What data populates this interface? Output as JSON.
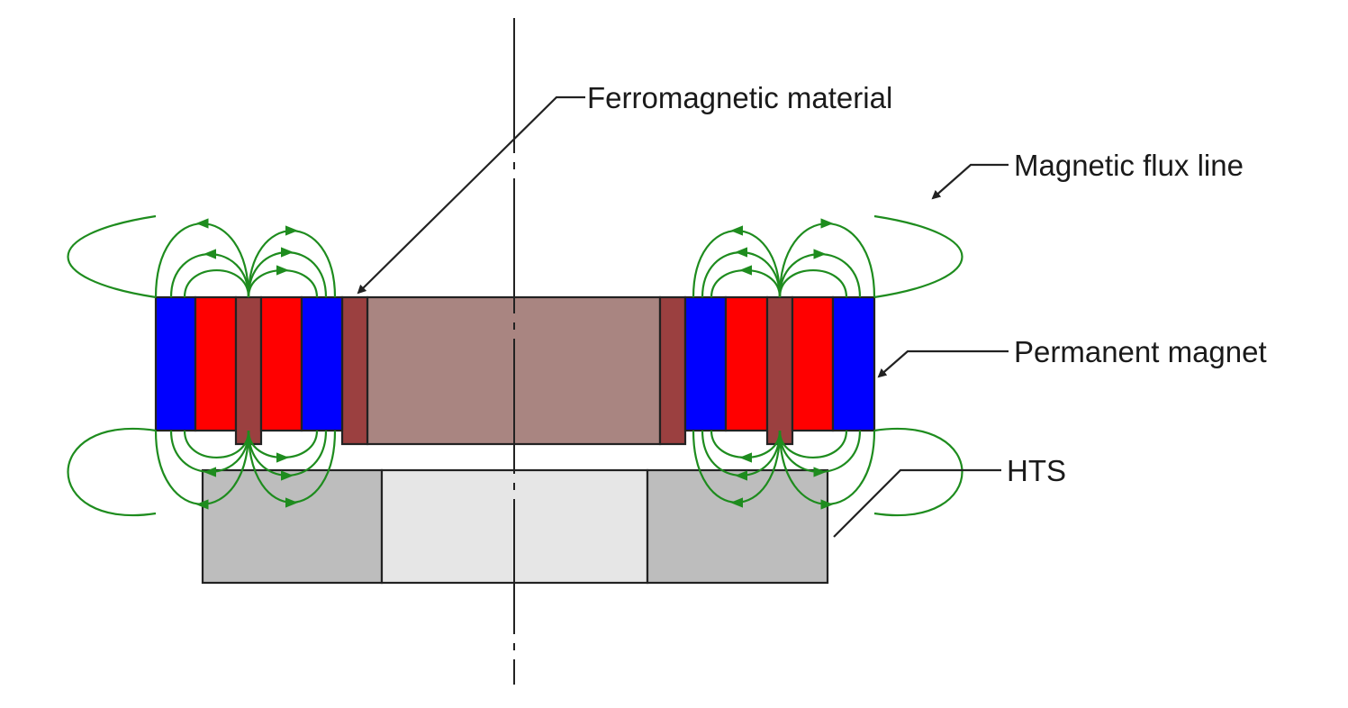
{
  "labels": {
    "ferromagnetic": "Ferromagnetic material",
    "flux_line": "Magnetic flux line",
    "permanent_magnet": "Permanent magnet",
    "hts": "HTS"
  },
  "colors": {
    "magnet_north": "#0000ff",
    "magnet_south": "#ff0000",
    "ferromagnetic": "#9b4040",
    "rotor_core": "#a98581",
    "hts_outer": "#bdbdbd",
    "hts_inner": "#e6e6e6",
    "flux": "#1e8c1e",
    "outline": "#222222"
  }
}
